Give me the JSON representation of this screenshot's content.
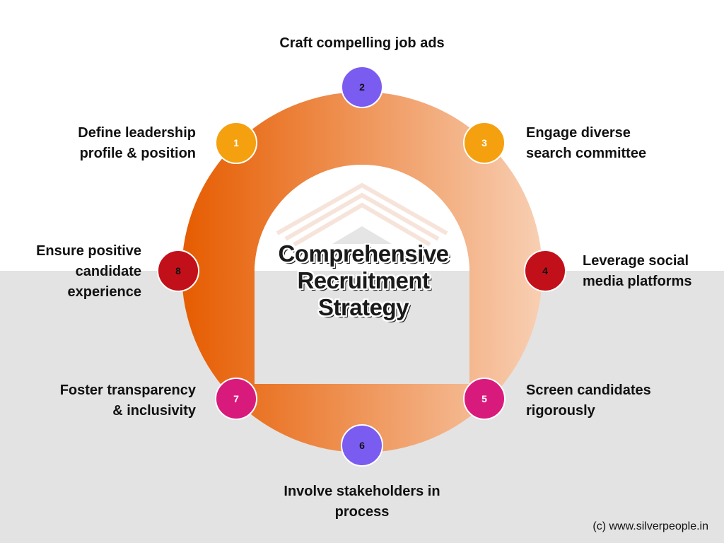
{
  "title_lines": [
    "Comprehensive",
    "Recruitment",
    "Strategy"
  ],
  "colors": {
    "ring_start": "#e65c00",
    "ring_end": "#f8cfb3",
    "orange": "#f5a00e",
    "purple": "#7b5cf0",
    "red": "#c2101a",
    "magenta": "#d91a7d",
    "bottom_band": "#e3e3e3"
  },
  "steps": [
    {
      "num": "1",
      "lines": [
        "Define leadership",
        "profile & position"
      ],
      "color": "#f5a00e",
      "text_color": "#ffffff"
    },
    {
      "num": "2",
      "lines": [
        "Craft compelling job ads"
      ],
      "color": "#7b5cf0",
      "text_color": "#111111"
    },
    {
      "num": "3",
      "lines": [
        "Engage diverse",
        "search committee"
      ],
      "color": "#f5a00e",
      "text_color": "#ffffff"
    },
    {
      "num": "4",
      "lines": [
        "Leverage social",
        "media platforms"
      ],
      "color": "#c2101a",
      "text_color": "#111111"
    },
    {
      "num": "5",
      "lines": [
        "Screen candidates",
        "rigorously"
      ],
      "color": "#d91a7d",
      "text_color": "#ffffff"
    },
    {
      "num": "6",
      "lines": [
        "Involve stakeholders in",
        "process"
      ],
      "color": "#7b5cf0",
      "text_color": "#111111"
    },
    {
      "num": "7",
      "lines": [
        "Foster transparency",
        "& inclusivity"
      ],
      "color": "#d91a7d",
      "text_color": "#ffffff"
    },
    {
      "num": "8",
      "lines": [
        "Ensure positive",
        "candidate",
        "experience"
      ],
      "color": "#c2101a",
      "text_color": "#111111"
    }
  ],
  "copyright": "(c) www.silverpeople.in"
}
